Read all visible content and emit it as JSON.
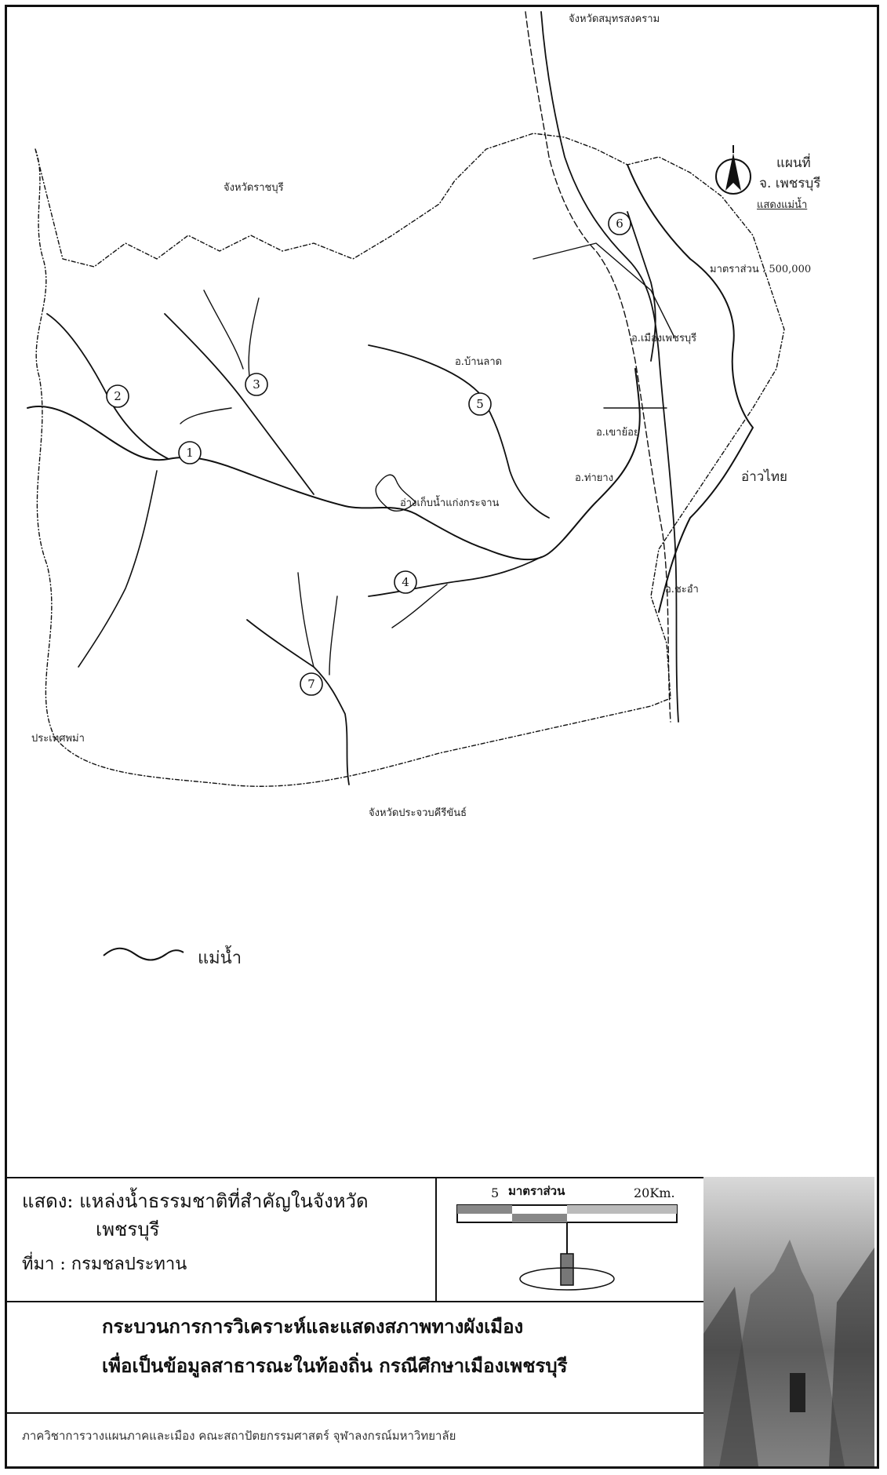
{
  "map": {
    "title_line1": "แผนที่",
    "title_line2": "จ. เพชรบุรี",
    "subtitle": "แสดงแม่น้ำ",
    "scale_text": "มาตราส่วน : 500,000",
    "labels": {
      "ratchaburi": "จังหวัดราชบุรี",
      "samut_songkhram": "จังหวัดสมุทรสงคราม",
      "gulf": "อ่าวไทย",
      "myanmar": "ประเทศพม่า",
      "prachuap": "จังหวัดประจวบคีรีขันธ์",
      "phetchaburi_city": "อ.เมืองเพชรบุรี",
      "ban_lat": "อ.บ้านลาด",
      "tha_yang": "อ.ท่ายาง",
      "cha_am": "อ.ชะอำ",
      "kaeng_krachan": "อ่างเก็บน้ำแก่งกระจาน",
      "khao_yoi": "อ.เขาย้อย"
    },
    "river_numbers": [
      "1",
      "2",
      "3",
      "4",
      "5",
      "6",
      "7"
    ]
  },
  "legend": {
    "river_label": "แม่น้ำ"
  },
  "caption": {
    "prefix": "แสดง:",
    "subject_line1": "แหล่งน้ำธรรมชาติที่สำคัญในจังหวัด",
    "subject_line2": "เพชรบุรี",
    "source_prefix": "ที่มา :",
    "source": "กรมชลประทาน",
    "scale_title": "มาตราส่วน",
    "scale_mid": "5",
    "scale_end": "20Km."
  },
  "project": {
    "title_line1": "กระบวนการการวิเคราะห์และแสดงสภาพทางผังเมือง",
    "title_line2": "เพื่อเป็นข้อมูลสาธารณะในท้องถิ่น กรณีศึกษาเมืองเพชรบุรี",
    "department": "ภาควิชาการวางแผนภาคและเมือง คณะสถาปัตยกรรมศาสตร์ จุฬาลงกรณ์มหาวิทยาลัย"
  },
  "colors": {
    "ink": "#111111",
    "paper": "#ffffff"
  },
  "icons": {
    "north": "north-arrow-icon",
    "scale_bar": "scale-bar-icon",
    "photo": "temple-photo"
  }
}
